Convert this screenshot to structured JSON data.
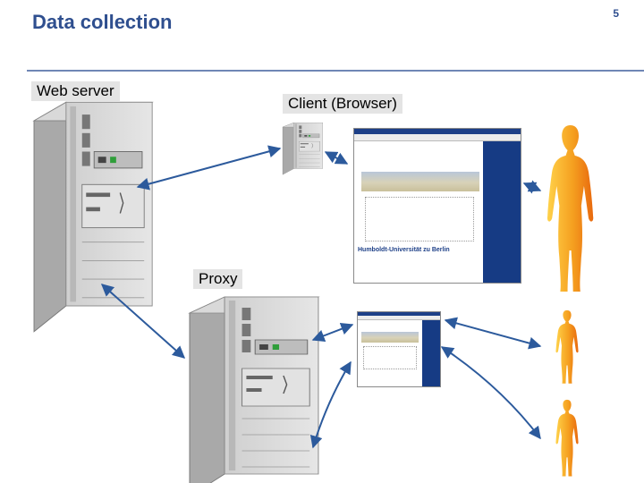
{
  "slide": {
    "title": "Data collection",
    "page_number": "5"
  },
  "labels": {
    "web_server": "Web server",
    "client": "Client   (Browser)",
    "proxy": "Proxy"
  },
  "browser_page": {
    "caption": "Humboldt-Universität zu Berlin"
  },
  "colors": {
    "title": "#2f4f8f",
    "arrow": "#2c5a9c",
    "label_bg": "#e4e4e4",
    "person_light": "#ffd24a",
    "person_dark": "#f07a12",
    "browser_nav": "#1d3f87"
  }
}
